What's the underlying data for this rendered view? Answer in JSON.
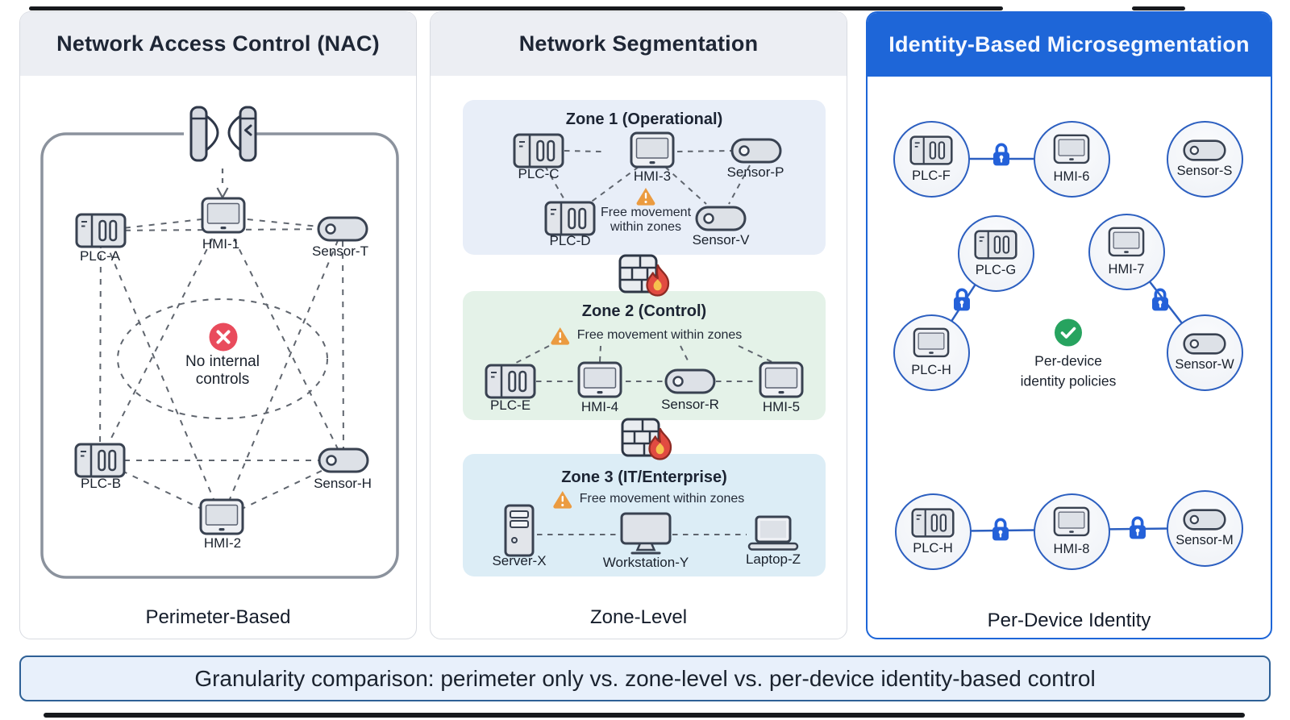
{
  "panels": {
    "nac": {
      "title": "Network Access Control (NAC)",
      "caption": "Perimeter-Based",
      "gate_icon": "turnstile-icon",
      "no_controls_icon": "x-circle-icon",
      "no_controls_line1": "No internal",
      "no_controls_line2": "controls",
      "devices": [
        {
          "label": "PLC-A",
          "icon": "plc-icon"
        },
        {
          "label": "HMI-1",
          "icon": "hmi-icon"
        },
        {
          "label": "Sensor-T",
          "icon": "sensor-icon"
        },
        {
          "label": "PLC-B",
          "icon": "plc-icon"
        },
        {
          "label": "Sensor-H",
          "icon": "sensor-icon"
        },
        {
          "label": "HMI-2",
          "icon": "hmi-icon"
        }
      ]
    },
    "segmentation": {
      "title": "Network Segmentation",
      "caption": "Zone-Level",
      "firewall_icon": "firewall-icon",
      "zones": [
        {
          "title": "Zone 1 (Operational)",
          "warning_icon": "warning-icon",
          "warning_line1": "Free movement",
          "warning_line2": "within zones",
          "devices": [
            {
              "label": "PLC-C",
              "icon": "plc-icon"
            },
            {
              "label": "HMI-3",
              "icon": "hmi-icon"
            },
            {
              "label": "Sensor-P",
              "icon": "sensor-icon"
            },
            {
              "label": "PLC-D",
              "icon": "plc-icon"
            },
            {
              "label": "Sensor-V",
              "icon": "sensor-icon"
            }
          ]
        },
        {
          "title": "Zone 2 (Control)",
          "warning_icon": "warning-icon",
          "warning": "Free movement within zones",
          "devices": [
            {
              "label": "PLC-E",
              "icon": "plc-icon"
            },
            {
              "label": "HMI-4",
              "icon": "hmi-icon"
            },
            {
              "label": "Sensor-R",
              "icon": "sensor-icon"
            },
            {
              "label": "HMI-5",
              "icon": "hmi-icon"
            }
          ]
        },
        {
          "title": "Zone 3 (IT/Enterprise)",
          "warning_icon": "warning-icon",
          "warning": "Free movement within zones",
          "devices": [
            {
              "label": "Server-X",
              "icon": "server-icon"
            },
            {
              "label": "Workstation-Y",
              "icon": "workstation-icon"
            },
            {
              "label": "Laptop-Z",
              "icon": "laptop-icon"
            }
          ]
        }
      ]
    },
    "microseg": {
      "title": "Identity-Based Microsegmentation",
      "caption": "Per-Device Identity",
      "lock_icon": "lock-icon",
      "policy_icon": "check-circle-icon",
      "policy_line1": "Per-device",
      "policy_line2": "identity policies",
      "devices": [
        {
          "label": "PLC-F",
          "icon": "plc-icon"
        },
        {
          "label": "HMI-6",
          "icon": "hmi-icon"
        },
        {
          "label": "Sensor-S",
          "icon": "sensor-icon"
        },
        {
          "label": "PLC-G",
          "icon": "plc-icon"
        },
        {
          "label": "HMI-7",
          "icon": "hmi-icon"
        },
        {
          "label": "PLC-H",
          "icon": "hmi-icon"
        },
        {
          "label": "Sensor-W",
          "icon": "sensor-icon"
        },
        {
          "label": "PLC-H",
          "icon": "plc-icon"
        },
        {
          "label": "HMI-8",
          "icon": "hmi-icon"
        },
        {
          "label": "Sensor-M",
          "icon": "sensor-icon"
        }
      ]
    }
  },
  "banner": {
    "text": "Granularity comparison: perimeter only vs. zone-level vs. per-device identity-based control"
  },
  "colors": {
    "accent_blue": "#1e66d8",
    "circle_blue": "#2c5fc0",
    "lock_blue": "#2461d9",
    "alert_red": "#e94b5c",
    "warning_orange": "#eb9b40",
    "policy_green": "#27a35f",
    "zone1_bg": "#e8eef8",
    "zone2_bg": "#e4f2e8",
    "zone3_bg": "#dcedf6"
  }
}
